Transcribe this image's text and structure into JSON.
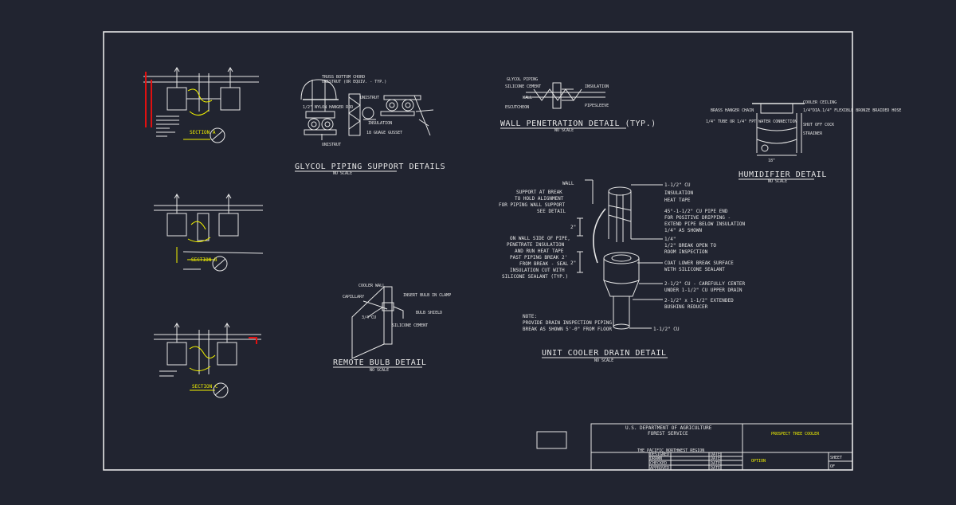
{
  "colors": {
    "background": "#212430",
    "line": "#e6e6e6",
    "highlight": "#f2f200",
    "accent": "#e01010"
  },
  "sections": {
    "a": "SECTION A",
    "b": "SECTION B",
    "c": "SECTION C"
  },
  "glycol": {
    "title": "GLYCOL PIPING SUPPORT DETAILS",
    "scale": "NO SCALE",
    "labels": {
      "truss": "TRUSS BOTTOM CHORD",
      "unistrut_top": "UNISTRUT (OR EQUIV. - TYP.)",
      "hanger": "1/2\" NYLON HANGER ROD",
      "unistrut_mid": "UNISTRUT",
      "insulation": "INSULATION",
      "gusset": "18 GUAGE GUSSET",
      "unistrut_bot": "UNISTRUT"
    }
  },
  "wall_pen": {
    "title": "WALL PENETRATION DETAIL (TYP.)",
    "scale": "NO SCALE",
    "labels": {
      "glycol": "GLYCOL PIPING",
      "silicone": "SILICONE CEMENT",
      "wall": "WALL",
      "escutcheon": "ESCUTCHEON",
      "insulation": "INSULATION",
      "pipesleeve": "PIPESLEEVE"
    }
  },
  "humidifier": {
    "title": "HUMIDIFIER DETAIL",
    "scale": "NO SCALE",
    "labels": {
      "ceiling": "COOLER CEILING",
      "hanger": "BRASS HANGER CHAIN",
      "hose": "1/4\"DIA.1/4\" FLEXIBLE BRONZE BRAIDED HOSE",
      "tube": "1/4\" TUBE OR 1/4\" FPT WATER CONNECTION",
      "shutoff": "SHUT OFF COCK",
      "strainer": "STRAINER",
      "dim": "18\""
    }
  },
  "remote_bulb": {
    "title": "REMOTE BULB DETAIL",
    "scale": "NO SCALE",
    "labels": {
      "cooler_wall": "COOLER WALL",
      "capillary": "CAPILLARY",
      "cu": "3/4\"CU",
      "insert": "INSERT BULB IN CLAMP",
      "shield": "BULB SHIELD",
      "silicone": "SILICONE CEMENT"
    }
  },
  "drain": {
    "title": "UNIT COOLER DRAIN DETAIL",
    "scale": "NO SCALE",
    "left_labels": [
      "WALL",
      "SUPPORT AT BREAK",
      "TO HOLD ALIGNMENT",
      "FOR PIPING WALL SUPPORT",
      "SEE DETAIL"
    ],
    "left_note": [
      "ON WALL SIDE OF PIPE,",
      "PENETRATE INSULATION",
      "AND RUN HEAT TAPE",
      "PAST PIPING BREAK 2'",
      "FROM BREAK - SEAL",
      "INSULATION CUT WITH",
      "SILICONE SEALANT (TYP.)"
    ],
    "right_labels": [
      "1-1/2\" CU",
      "INSULATION",
      "HEAT TAPE",
      "45°-1-1/2\" CU PIPE END",
      "FOR POSITIVE DRIPPING -",
      "EXTEND PIPE BELOW INSULATION",
      "1/4\" AS SHOWN",
      "1/4\"",
      "1/2\" BREAK OPEN TO",
      "ROOM INSPECTION",
      "COAT LOWER BREAK SURFACE",
      "WITH SILICONE SEALANT",
      "2-1/2\" CU - CAREFULLY CENTER",
      "UNDER 1-1/2\" CU UPPER DRAIN",
      "2-1/2\" x 1-1/2\" EXTENDED",
      "BUSHING REDUCER",
      "1-1/2\" CU"
    ],
    "dims": [
      "2\"",
      "2\""
    ],
    "note": [
      "NOTE:",
      "PROVIDE DRAIN INSPECTION PIPING",
      "BREAK AS SHOWN 5'-0\" FROM FLOOR"
    ]
  },
  "titleblock": {
    "agency1": "U.S. DEPARTMENT OF AGRICULTURE",
    "agency2": "FOREST SERVICE",
    "region": "THE PACIFIC NORTHWEST REGION",
    "project": "PROSPECT TREE COOLER",
    "rows": [
      "DESIGNED",
      "DRAWN",
      "CHECKED",
      "APPROVED"
    ],
    "date": "DATE",
    "sheet": "SHEET",
    "of": "OF"
  }
}
